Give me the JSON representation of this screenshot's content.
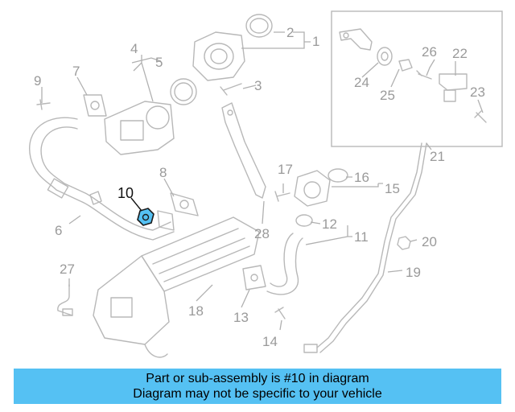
{
  "callouts": [
    "1",
    "2",
    "3",
    "4",
    "5",
    "6",
    "7",
    "8",
    "9",
    "10",
    "11",
    "12",
    "13",
    "14",
    "15",
    "16",
    "17",
    "18",
    "19",
    "20",
    "21",
    "22",
    "23",
    "24",
    "25",
    "26",
    "27",
    "28"
  ],
  "highlighted_part": "10",
  "highlight_color": "#55c1f3",
  "banner": {
    "line1": "Part or sub-assembly is #10 in diagram",
    "line2": "Diagram may not be specific to your vehicle",
    "color": "#55c1f3"
  }
}
